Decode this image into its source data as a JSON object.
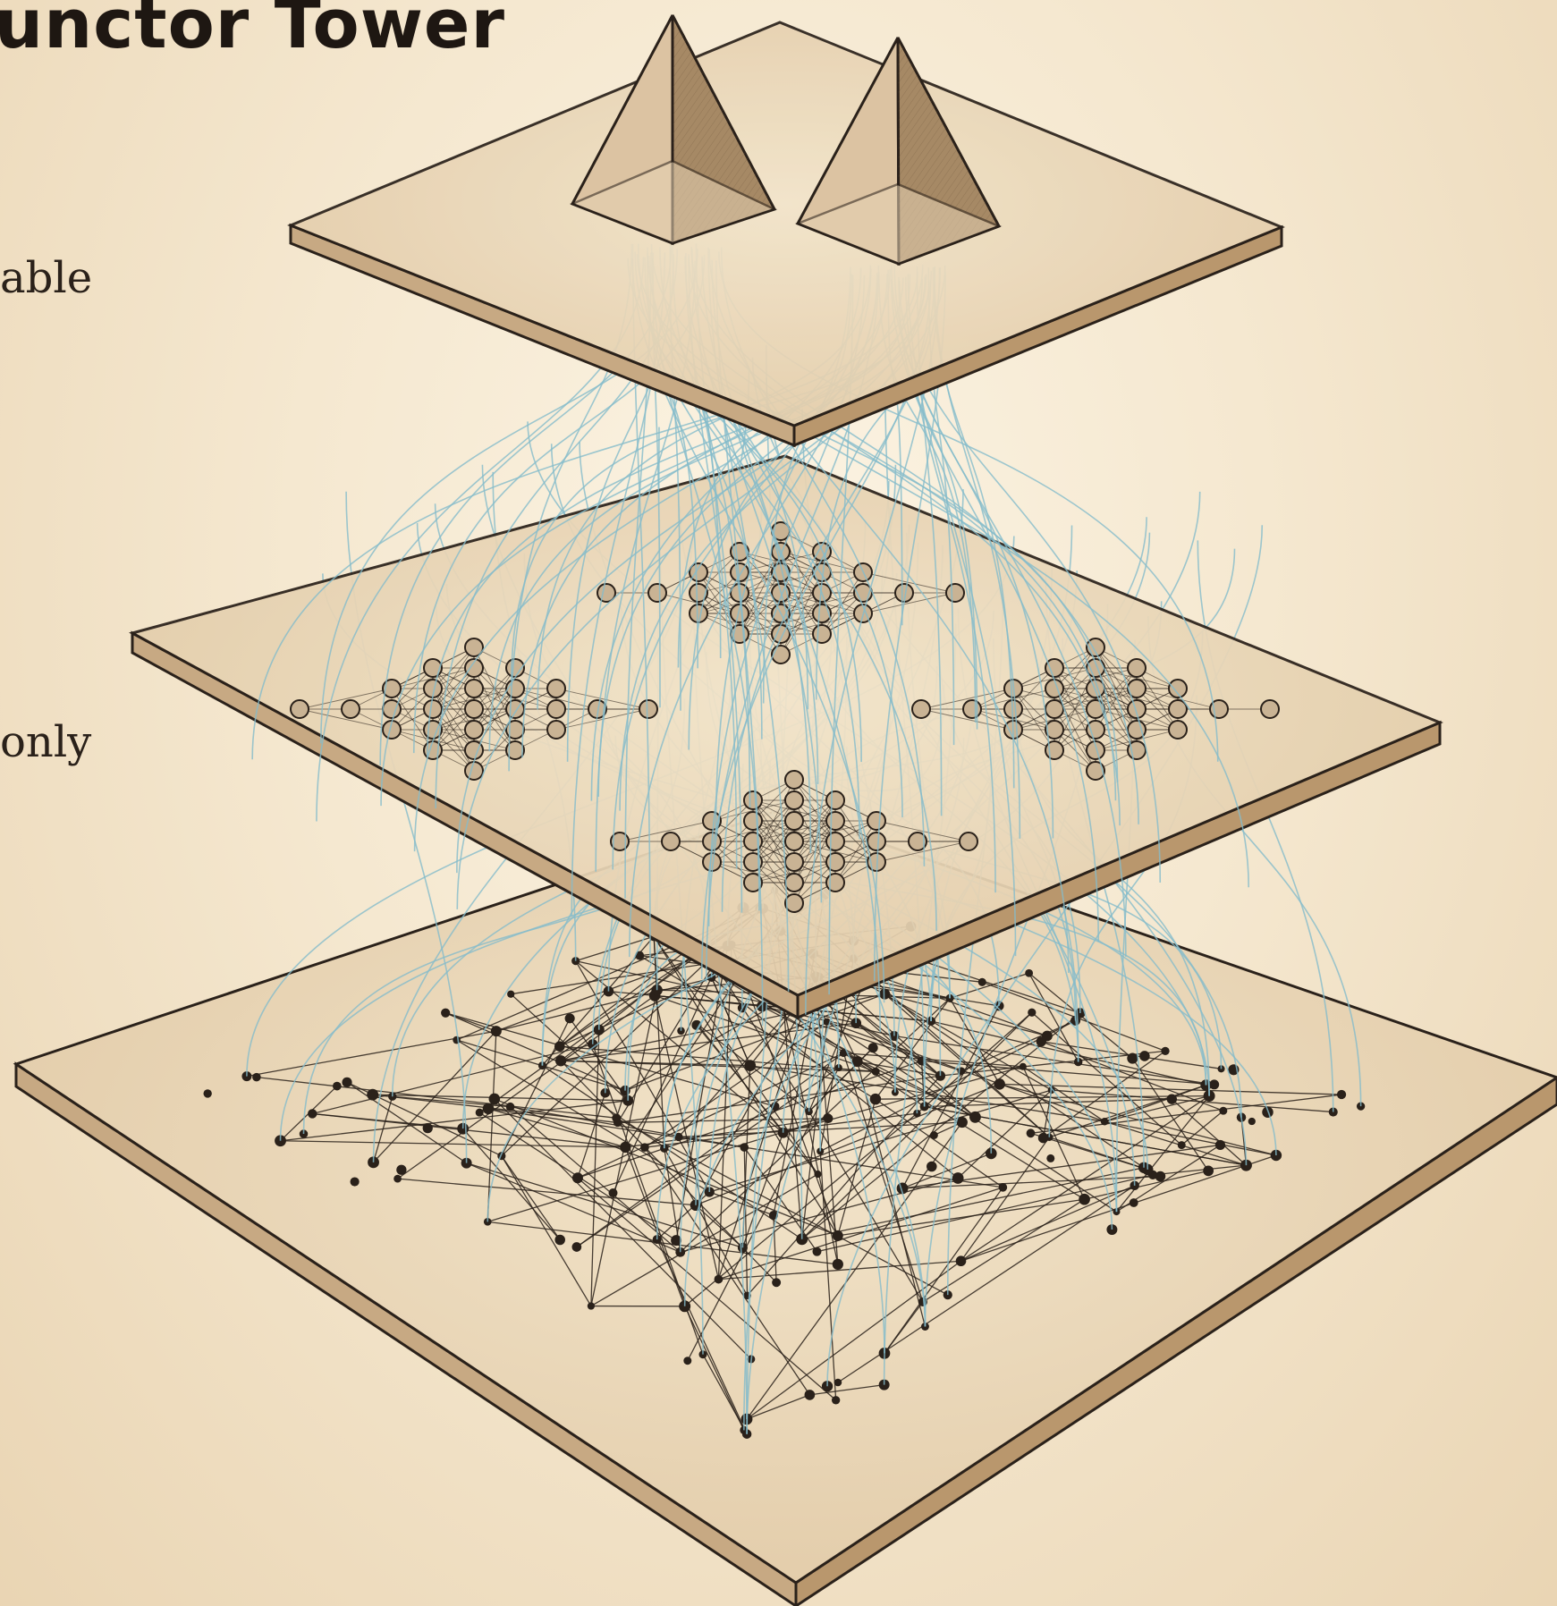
{
  "title": "unctor Tower",
  "side_labels": [
    "able",
    "only"
  ],
  "colors": {
    "paper": "#f3e5cc",
    "plate_top": "#e9d6b8",
    "plate_side": "#c7a983",
    "ink": "#2a211a",
    "pyramid_light": "#dcc3a2",
    "pyramid_dark": "#a68965",
    "thread": "#84bccb",
    "node_fill": "#c9b394"
  },
  "layers": [
    {
      "name": "top-plate",
      "contents": "pyramids",
      "count": 2
    },
    {
      "name": "middle-plate",
      "contents": "neural-network-clusters",
      "count": 4
    },
    {
      "name": "bottom-plate",
      "contents": "node-graph",
      "count": 1
    }
  ]
}
